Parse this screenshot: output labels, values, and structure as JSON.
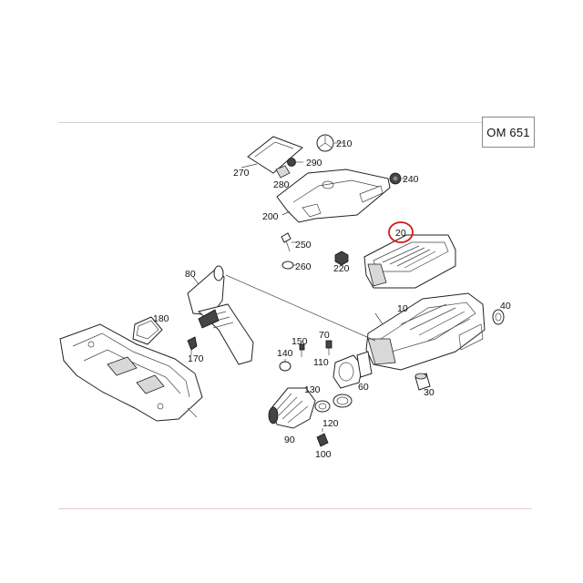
{
  "model_label": "OM 651",
  "highlight_color": "#d01818",
  "highlighted_part": "20",
  "callouts": [
    {
      "id": "210"
    },
    {
      "id": "270"
    },
    {
      "id": "290"
    },
    {
      "id": "280"
    },
    {
      "id": "240"
    },
    {
      "id": "200"
    },
    {
      "id": "20"
    },
    {
      "id": "250"
    },
    {
      "id": "260"
    },
    {
      "id": "220"
    },
    {
      "id": "80"
    },
    {
      "id": "10"
    },
    {
      "id": "40"
    },
    {
      "id": "180"
    },
    {
      "id": "170"
    },
    {
      "id": "70"
    },
    {
      "id": "150"
    },
    {
      "id": "140"
    },
    {
      "id": "110"
    },
    {
      "id": "60"
    },
    {
      "id": "130"
    },
    {
      "id": "30"
    },
    {
      "id": "120"
    },
    {
      "id": "90"
    },
    {
      "id": "100"
    }
  ]
}
